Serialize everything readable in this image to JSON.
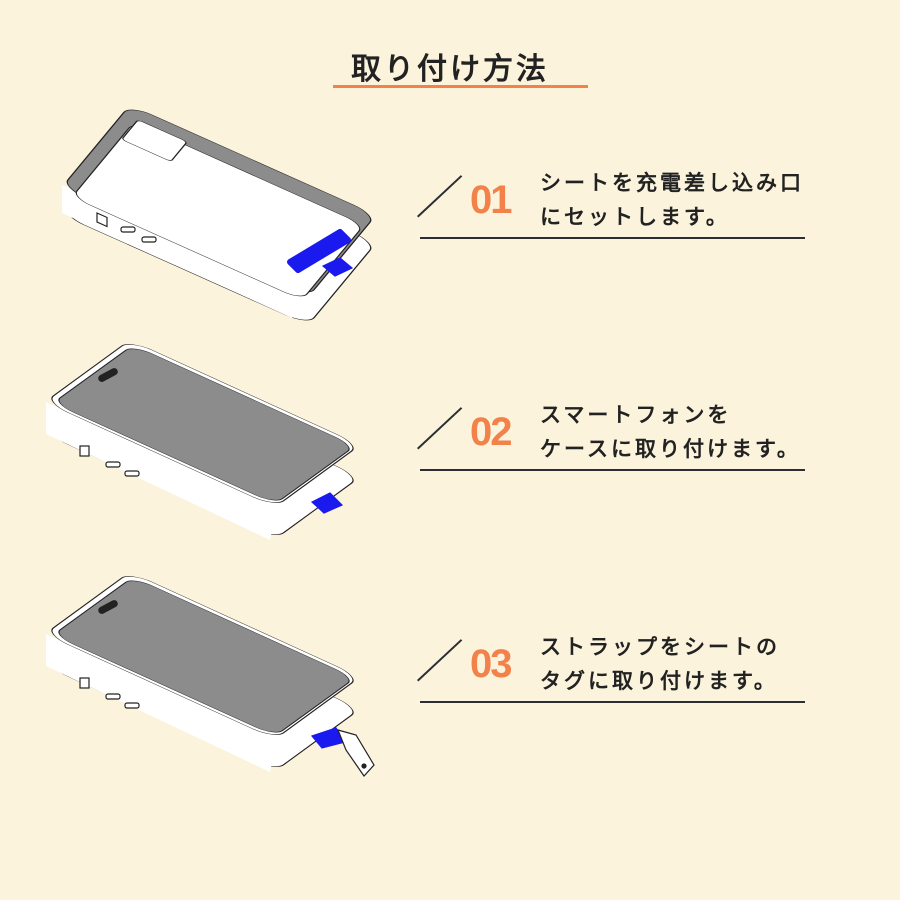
{
  "title": "取り付け方法",
  "colors": {
    "accent": "#f2814a",
    "background": "#fbf3dc",
    "sheet": "#1a1aee",
    "phone_screen": "#8c8c8c"
  },
  "steps": [
    {
      "number": "01",
      "lines": [
        "シートを充電差し込み口",
        "にセットします。"
      ]
    },
    {
      "number": "02",
      "lines": [
        "スマートフォンを",
        "ケースに取り付けます。"
      ]
    },
    {
      "number": "03",
      "lines": [
        "ストラップをシートの",
        "タグに取り付けます。"
      ]
    }
  ]
}
